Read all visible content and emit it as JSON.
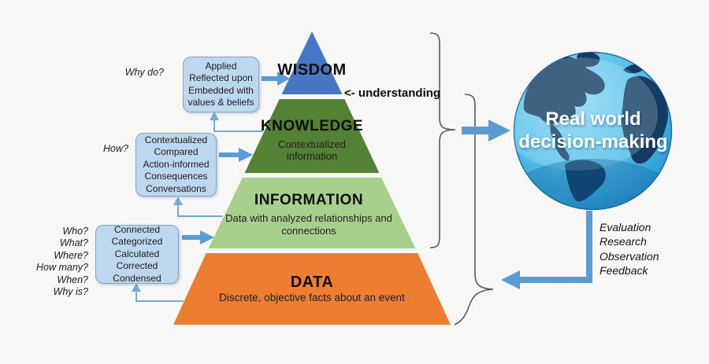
{
  "colors": {
    "wisdom": "#4577C4",
    "knowledge": "#548235",
    "information": "#A8D08D",
    "data": "#ED7D31",
    "arrow": "#5B9BD5",
    "thin_arrow": "#74A9DC",
    "brace": "#595959",
    "box_fill": "#BDD7EE",
    "box_border": "#7EA4D2",
    "globe_land": "#163B63",
    "globe_text": "#FFFFFF"
  },
  "pyramid": {
    "layers": [
      {
        "label": "WISDOM",
        "description": ""
      },
      {
        "label": "KNOWLEDGE",
        "description": "Contextualized information"
      },
      {
        "label": "INFORMATION",
        "description": "Data with analyzed relationships and connections"
      },
      {
        "label": "DATA",
        "description": "Discrete, objective facts about an event"
      }
    ],
    "understanding_label": "<- understanding"
  },
  "side_boxes": [
    {
      "question": "Why do?",
      "lines": [
        "Applied",
        "Reflected upon",
        "Embedded with",
        "values & beliefs"
      ]
    },
    {
      "question": "How?",
      "lines": [
        "Contextualized",
        "Compared",
        "Action-informed",
        "Consequences",
        "Conversations"
      ]
    },
    {
      "questions": [
        "Who?",
        "What?",
        "Where?",
        "How many?",
        "When?",
        "Why is?"
      ],
      "lines": [
        "Connected",
        "Categorized",
        "Calculated",
        "Corrected",
        "Condensed"
      ]
    }
  ],
  "globe": {
    "label": "Real world decision-making"
  },
  "feedback": {
    "items": [
      "Evaluation",
      "Research",
      "Observation",
      "Feedback"
    ]
  }
}
